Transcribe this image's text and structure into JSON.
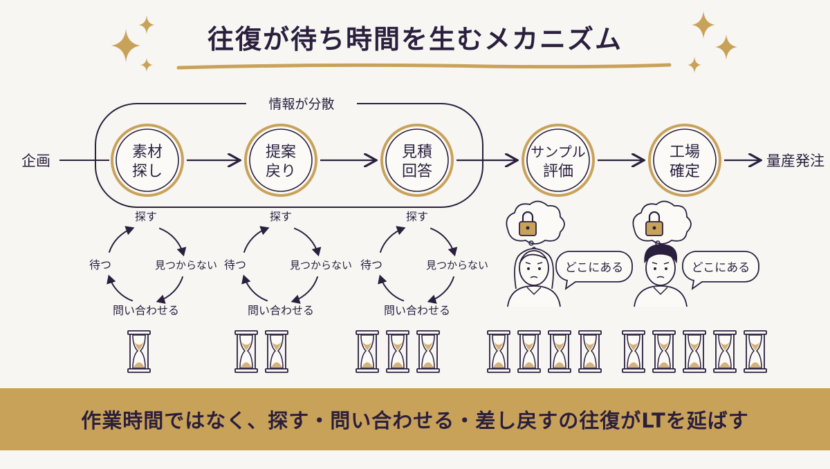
{
  "title": "往復が待ち時間を生むメカニズム",
  "group_label": "情報が分散",
  "flow": {
    "start": "企画",
    "end": "量産発注",
    "steps": [
      {
        "line1": "素材",
        "line2": "探し"
      },
      {
        "line1": "提案",
        "line2": "戻り"
      },
      {
        "line1": "見積",
        "line2": "回答"
      },
      {
        "line1": "サンプル",
        "line2": "評価"
      },
      {
        "line1": "工場",
        "line2": "確定"
      }
    ]
  },
  "cycle": {
    "top": "探す",
    "right": "見つからない",
    "bottom": "問い合わせる",
    "left": "待つ"
  },
  "speech": "どこにある",
  "hourglass_counts": [
    1,
    2,
    3,
    4,
    5
  ],
  "banner": "作業時間ではなく、探す・問い合わせる・差し戻すの往復がLTを延ばす",
  "colors": {
    "navy": "#2a1f3d",
    "gold": "#c9a25a",
    "background": "#f7f6f3",
    "sand": "#d4b27c"
  }
}
